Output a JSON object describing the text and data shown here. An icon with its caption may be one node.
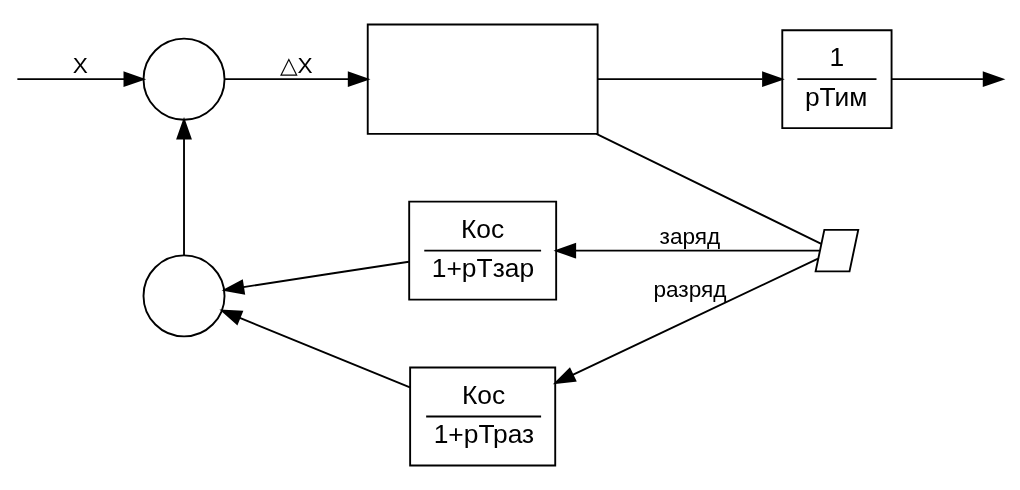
{
  "diagram": {
    "nodes": [
      {
        "text": [],
        "shape": "circle"
      },
      {
        "text": [],
        "shape": "box"
      },
      {
        "text": [
          "1",
          "рТим"
        ]
      },
      {
        "text": [],
        "shape": "circle"
      },
      {
        "text": [
          "Кос",
          "1+рТзар"
        ]
      },
      {
        "text": [
          "Кос",
          "1+рТраз"
        ]
      },
      {
        "text": [],
        "shape": "switch"
      }
    ],
    "edges": [
      {
        "from": null,
        "to": 0,
        "arrow": "to",
        "label": "X"
      },
      {
        "from": 0,
        "to": 1,
        "arrow": "to",
        "label": "△X"
      },
      {
        "from": 1,
        "to": 2,
        "arrow": "to"
      },
      {
        "from": 2,
        "to": null,
        "arrow": "to"
      },
      {
        "from": 1,
        "to": 6,
        "arrow": "none"
      },
      {
        "from": 6,
        "to": 4,
        "arrow": "to",
        "label": "заряд"
      },
      {
        "from": 6,
        "to": 5,
        "arrow": "to",
        "label": "разряд"
      },
      {
        "from": 4,
        "to": 3,
        "arrow": "to"
      },
      {
        "from": 5,
        "to": 3,
        "arrow": "to"
      },
      {
        "from": 3,
        "to": 0,
        "arrow": "to"
      }
    ]
  }
}
